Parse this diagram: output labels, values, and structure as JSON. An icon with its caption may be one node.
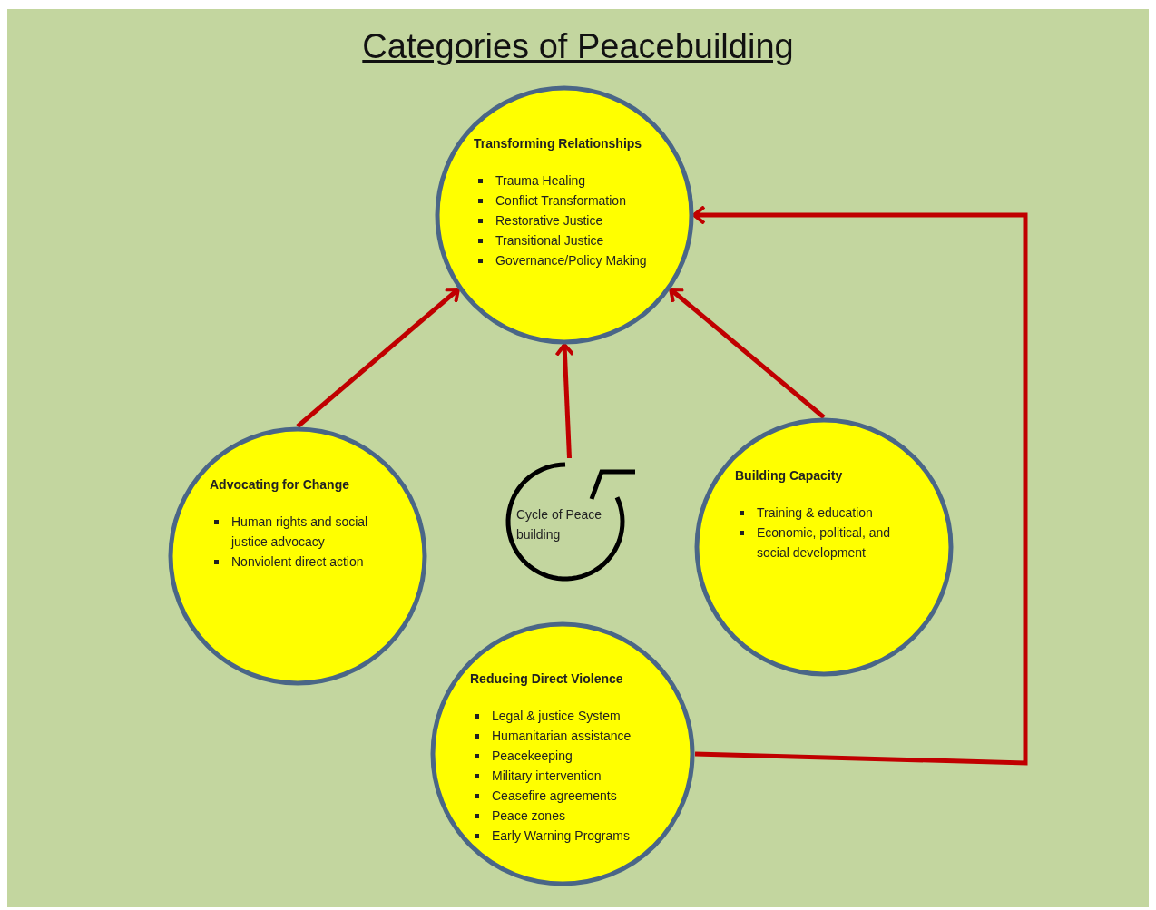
{
  "diagram": {
    "title": "Categories of Peacebuilding",
    "nodes": [
      {
        "text": [
          "Transforming Relationships",
          "Trauma Healing",
          "Conflict Transformation",
          "Restorative Justice",
          "Transitional Justice",
          "Governance/Policy Making"
        ]
      },
      {
        "text": [
          "Advocating for Change",
          "Human rights and social justice advocacy",
          "Nonviolent direct action"
        ]
      },
      {
        "text": [
          "Cycle of Peace building"
        ]
      },
      {
        "text": [
          "Building Capacity",
          "Training & education",
          "Economic, political, and social development"
        ]
      },
      {
        "text": [
          "Reducing Direct Violence",
          "Legal & justice System",
          "Humanitarian assistance",
          "Peacekeeping",
          "Military intervention",
          "Ceasefire agreements",
          "Peace zones",
          "Early Warning Programs"
        ]
      }
    ],
    "edges": [
      {
        "from": 1,
        "to": 0,
        "arrow": "to"
      },
      {
        "from": 3,
        "to": 0,
        "arrow": "to"
      },
      {
        "from": 2,
        "to": 0,
        "arrow": "to"
      },
      {
        "from": 4,
        "to": 0,
        "arrow": "to"
      }
    ]
  }
}
